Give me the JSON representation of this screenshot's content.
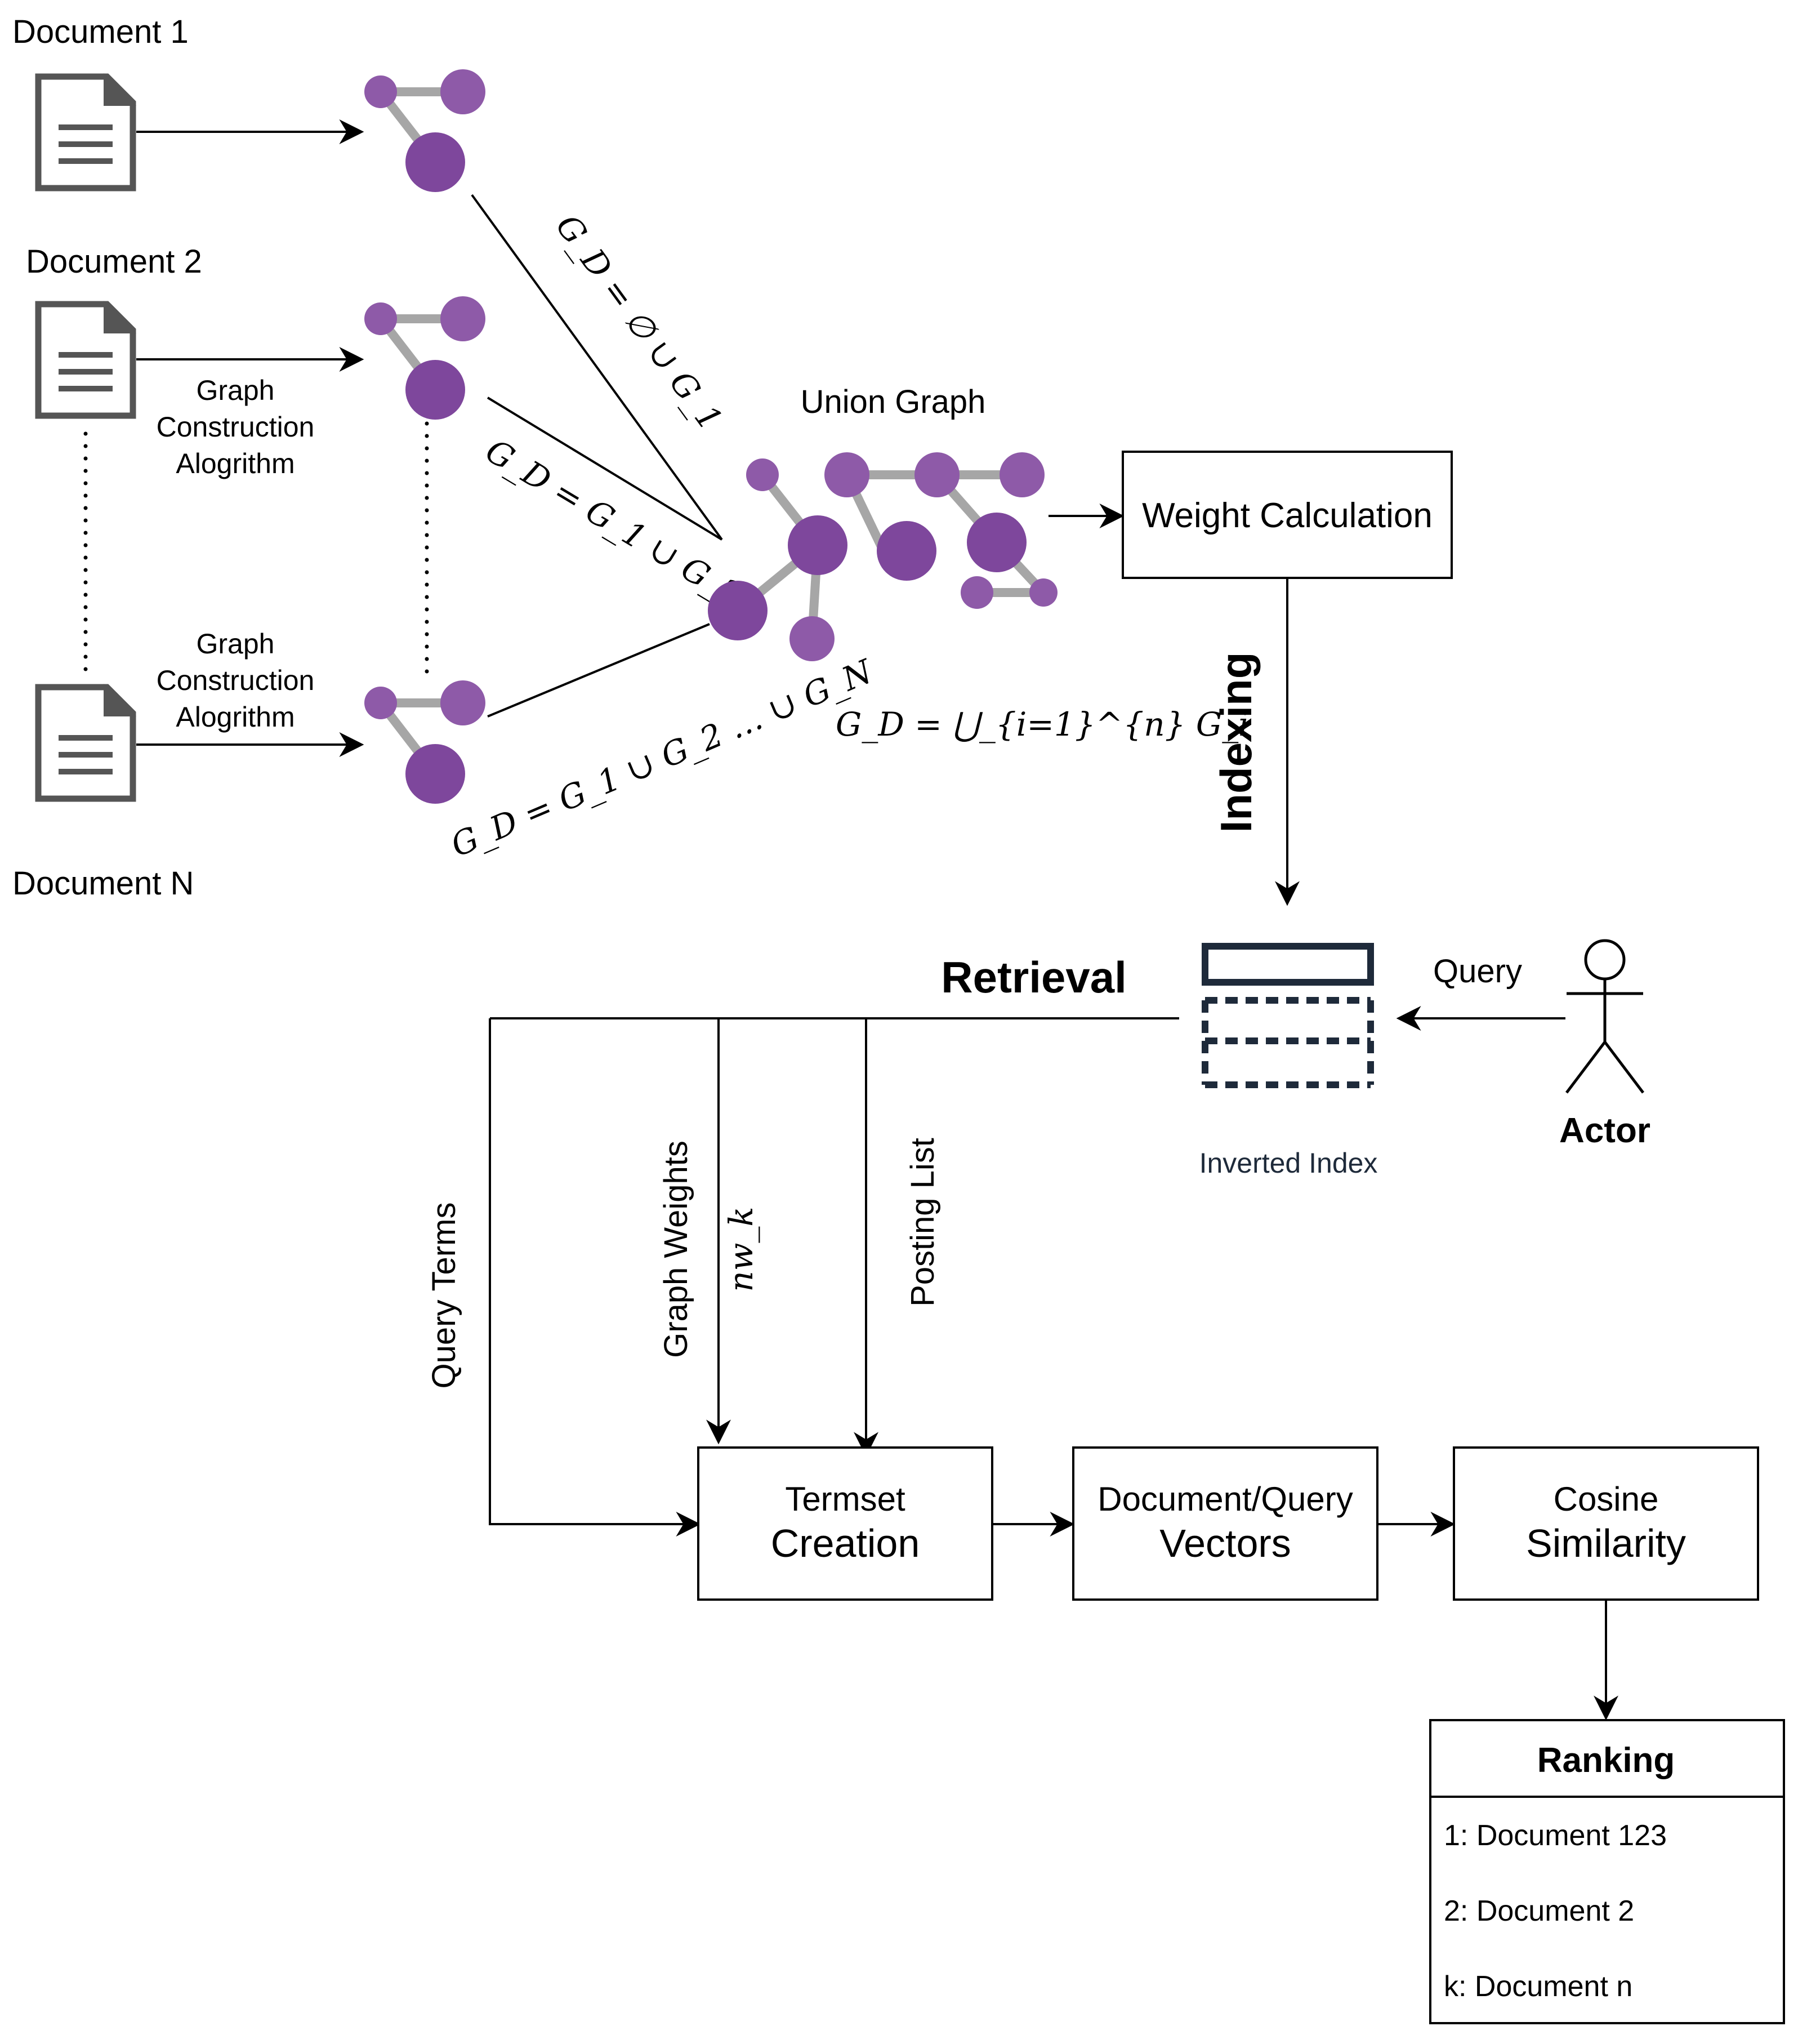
{
  "documents": {
    "doc1": "Document 1",
    "doc2": "Document 2",
    "docN": "Document N"
  },
  "graph_construction": {
    "upper": [
      "Graph",
      "Construction",
      "Alogrithm"
    ],
    "lower": [
      "Graph",
      "Construction",
      "Alogrithm"
    ]
  },
  "formulas": {
    "gd_first": "G_D = ∅ ∪ G_1",
    "gd_second": "G_D = G_1 ∪ G_2",
    "gd_nth": "G_D = G_1 ∪ G_2 … ∪ G_N",
    "union_formula": "G_D = ⋃_{i=1}^{n} G_i"
  },
  "union_graph": {
    "title": "Union Graph"
  },
  "weight_calculation": {
    "label": "Weight Calculation"
  },
  "indexing": {
    "label": "Indexing"
  },
  "inverted_index": {
    "label": "Inverted Index"
  },
  "retrieval": {
    "label": "Retrieval"
  },
  "query": {
    "label": "Query"
  },
  "actor": {
    "label": "Actor"
  },
  "edge_labels": {
    "query_terms": "Query Terms",
    "graph_weights": "Graph Weights",
    "nw_k": "nw_k",
    "posting_list": "Posting List"
  },
  "termset_creation": {
    "line1": "Termset",
    "line2": "Creation"
  },
  "doc_query_vectors": {
    "line1": "Document/Query",
    "line2": "Vectors"
  },
  "cosine_similarity": {
    "line1": "Cosine",
    "line2": "Similarity"
  },
  "ranking": {
    "title": "Ranking",
    "items": [
      "1: Document 123",
      "2: Document 2",
      "k: Document n"
    ]
  },
  "colors": {
    "node_dark": "#7e479c",
    "node_light": "#8e5aa8",
    "edge": "#a6a6a6",
    "doc_icon": "#555555",
    "index_icon": "#1e2a3a"
  }
}
